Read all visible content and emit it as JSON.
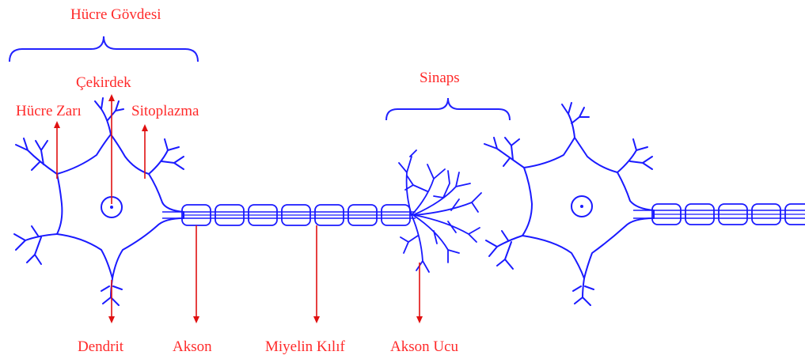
{
  "labels": {
    "cell_body": "Hücre Gövdesi",
    "nucleus": "Çekirdek",
    "cell_membrane": "Hücre Zarı",
    "cytoplasm": "Sitoplazma",
    "synapse": "Sinaps",
    "dendrite": "Dendrit",
    "axon": "Akson",
    "myelin_sheath": "Miyelin Kılıf",
    "axon_terminal": "Akson Ucu"
  },
  "colors": {
    "label": "#ff2a2a",
    "arrow": "#e01010",
    "neuron": "#1a1aff",
    "brace": "#2222ff",
    "cytoplasm_dots": "#7a7aff"
  }
}
